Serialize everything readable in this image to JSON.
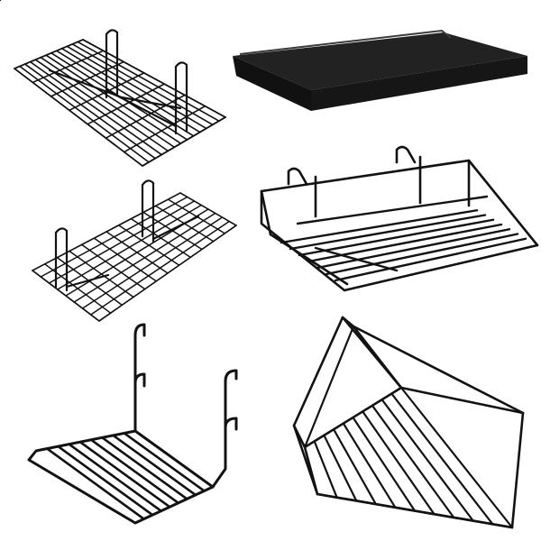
{
  "image": {
    "kind": "product-photo-collage",
    "background": "#ffffff",
    "wire_color": "#121212",
    "solid_shelf_color": "#161616",
    "items": [
      {
        "name": "grid-shelf-flat-top-left",
        "type": "wire-grid-shelf"
      },
      {
        "name": "slatwall-shelf-solid-black",
        "type": "solid-metal-shelf"
      },
      {
        "name": "grid-shelf-flat-mid-left",
        "type": "wire-grid-shelf"
      },
      {
        "name": "pegboard-wire-shelf-with-lip",
        "type": "wire-shelf-with-hooks"
      },
      {
        "name": "pegboard-slanted-wire-shelf",
        "type": "wire-shelf-with-hooks"
      },
      {
        "name": "wire-basket-shelf-angled",
        "type": "wire-basket"
      }
    ]
  }
}
